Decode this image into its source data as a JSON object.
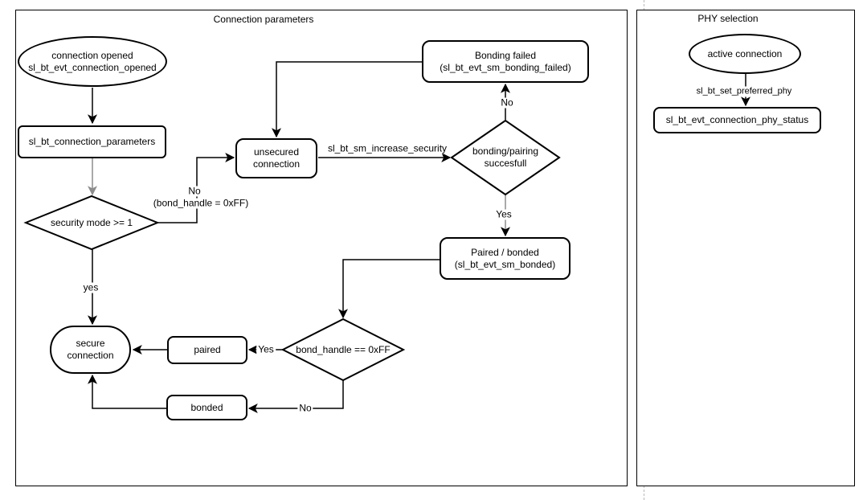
{
  "colors": {
    "shape_border": "#000000",
    "shape_fill": "#ffffff",
    "connector": "#000000",
    "connector_muted": "#8c8c8c",
    "page_divider": "#b9b9b9"
  },
  "panels": {
    "connection": {
      "title": "Connection parameters",
      "nodes": {
        "connection_opened": {
          "line1": "connection opened",
          "line2": "sl_bt_evt_connection_opened"
        },
        "connection_parameters": {
          "label": "sl_bt_connection_parameters"
        },
        "security_mode": {
          "label": "security mode >= 1"
        },
        "unsecured_connection": {
          "line1": "unsecured",
          "line2": "connection"
        },
        "bonding_failed": {
          "line1": "Bonding failed",
          "line2": "(sl_bt_evt_sm_bonding_failed)"
        },
        "bonding_pairing": {
          "line1": "bonding/pairing",
          "line2": "succesfull"
        },
        "paired_bonded": {
          "line1": "Paired / bonded",
          "line2": "(sl_bt_evt_sm_bonded)"
        },
        "bond_handle": {
          "label": "bond_handle == 0xFF"
        },
        "paired": {
          "label": "paired"
        },
        "bonded": {
          "label": "bonded"
        },
        "secure_connection": {
          "line1": "secure",
          "line2": "connection"
        }
      },
      "edges": {
        "security_no": "No",
        "security_no_detail": "(bond_handle = 0xFF)",
        "increase_security": "sl_bt_sm_increase_security",
        "pairing_no": "No",
        "pairing_yes": "Yes",
        "security_yes": "yes",
        "handle_yes": "Yes",
        "handle_no": "No"
      }
    },
    "phy": {
      "title": "PHY selection",
      "nodes": {
        "active_connection": {
          "label": "active connection"
        },
        "phy_status": {
          "label": "sl_bt_evt_connection_phy_status"
        }
      },
      "edges": {
        "set_preferred_phy": "sl_bt_set_preferred_phy"
      }
    }
  }
}
